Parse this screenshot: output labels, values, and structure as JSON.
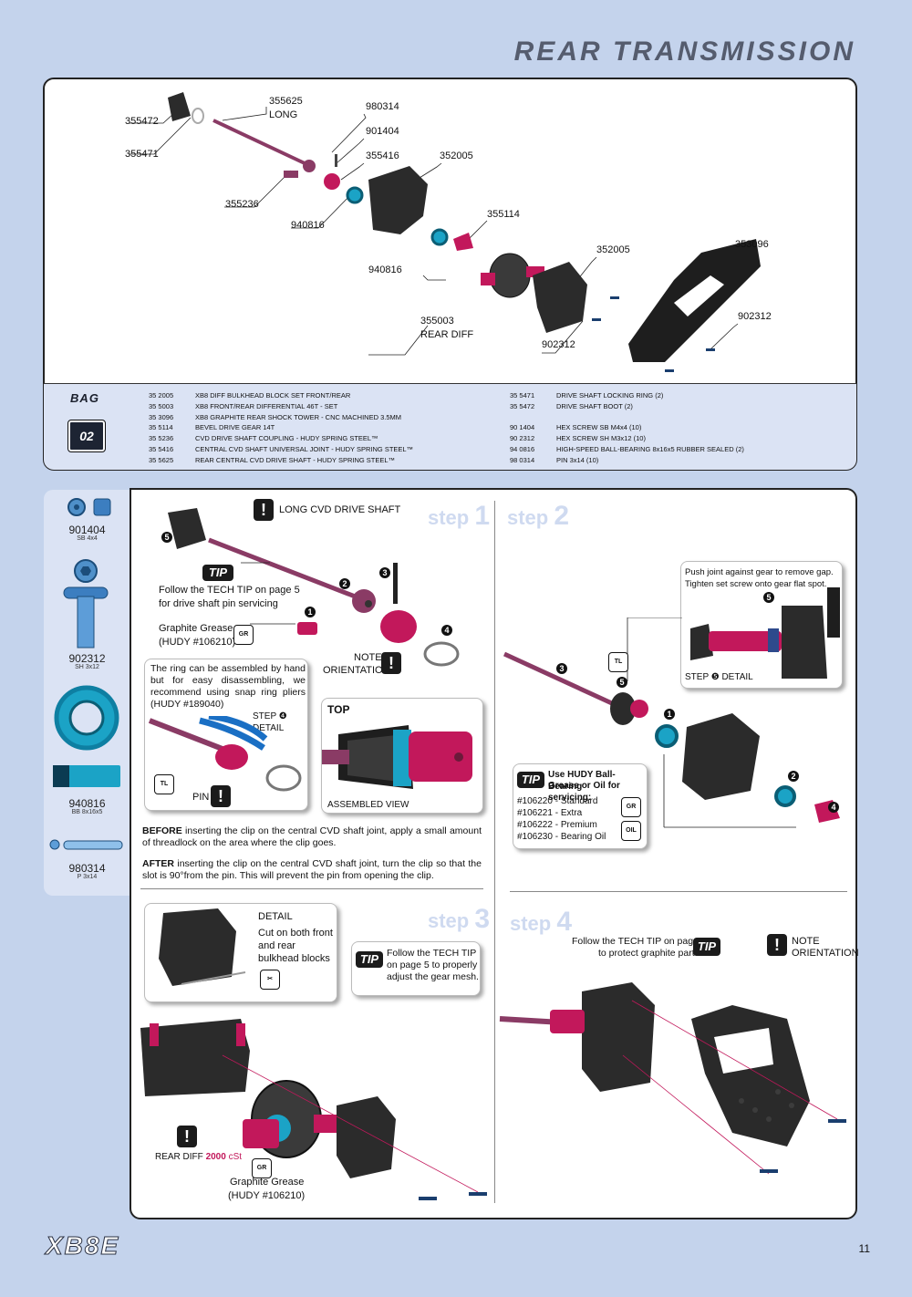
{
  "header": {
    "title": "REAR TRANSMISSION"
  },
  "exploded": {
    "labels": [
      {
        "id": "l355472",
        "text": "355472"
      },
      {
        "id": "l355471",
        "text": "355471"
      },
      {
        "id": "l355625",
        "text": "355625"
      },
      {
        "id": "l355625b",
        "text": "LONG"
      },
      {
        "id": "l980314",
        "text": "980314"
      },
      {
        "id": "l901404",
        "text": "901404"
      },
      {
        "id": "l355416",
        "text": "355416"
      },
      {
        "id": "l352005a",
        "text": "352005"
      },
      {
        "id": "l355236",
        "text": "355236"
      },
      {
        "id": "l940816a",
        "text": "940816"
      },
      {
        "id": "l355114",
        "text": "355114"
      },
      {
        "id": "l352005b",
        "text": "352005"
      },
      {
        "id": "l353096",
        "text": "353096"
      },
      {
        "id": "l940816b",
        "text": "940816"
      },
      {
        "id": "l355003",
        "text": "355003"
      },
      {
        "id": "l355003b",
        "text": "REAR DIFF"
      },
      {
        "id": "l902312a",
        "text": "902312"
      },
      {
        "id": "l902312b",
        "text": "902312"
      }
    ]
  },
  "bag": {
    "label": "BAG",
    "number": "02",
    "left_parts": [
      {
        "code": "35 2005",
        "desc": "XB8 DIFF BULKHEAD BLOCK SET FRONT/REAR"
      },
      {
        "code": "35 5003",
        "desc": "XB8 FRONT/REAR DIFFERENTIAL 46T - SET"
      },
      {
        "code": "35 3096",
        "desc": "XB8 GRAPHITE REAR SHOCK TOWER - CNC MACHINED 3.5MM"
      },
      {
        "code": "35 5114",
        "desc": "BEVEL DRIVE GEAR 14T"
      },
      {
        "code": "35 5236",
        "desc": "CVD DRIVE SHAFT COUPLING  - HUDY SPRING STEEL™"
      },
      {
        "code": "35 5416",
        "desc": "CENTRAL CVD SHAFT UNIVERSAL JOINT - HUDY SPRING STEEL™"
      },
      {
        "code": "35 5625",
        "desc": "REAR CENTRAL CVD DRIVE SHAFT  - HUDY SPRING STEEL™"
      }
    ],
    "right_parts": [
      {
        "code": "35 5471",
        "desc": "DRIVE SHAFT LOCKING RING (2)"
      },
      {
        "code": "35 5472",
        "desc": "DRIVE SHAFT BOOT (2)"
      },
      {
        "code": "",
        "desc": ""
      },
      {
        "code": "90 1404",
        "desc": "HEX SCREW SB M4x4  (10)"
      },
      {
        "code": "90 2312",
        "desc": "HEX SCREW  SH M3x12  (10)"
      },
      {
        "code": "94 0816",
        "desc": "HIGH-SPEED BALL-BEARING 8x16x5 RUBBER SEALED  (2)"
      },
      {
        "code": "98 0314",
        "desc": "PIN 3x14  (10)"
      }
    ]
  },
  "sidebar": {
    "items": [
      {
        "code": "901404",
        "sub": "SB 4x4"
      },
      {
        "code": "902312",
        "sub": "SH 3x12"
      },
      {
        "code": "940816",
        "sub": "BB 8x16x5"
      },
      {
        "code": "980314",
        "sub": "P 3x14"
      }
    ]
  },
  "step1": {
    "step_word": "step",
    "step_num": "1",
    "heading": "LONG CVD DRIVE SHAFT",
    "tip_label": "TIP",
    "tip_text1": "Follow the TECH TIP on page 5",
    "tip_text2": "for drive shaft pin servicing",
    "grease1": "Graphite Grease",
    "grease2": "(HUDY #106210)",
    "gr": "GR",
    "note1": "NOTE",
    "note2": "ORIENTATION",
    "ring_text": "The ring can be assembled by hand but for easy disassembling, we recommend using snap ring pliers (HUDY #189040)",
    "step4detail": "STEP ❹ DETAIL",
    "pin": "PIN",
    "tl": "TL",
    "top": "TOP",
    "assembled": "ASSEMBLED VIEW",
    "before_bold": "BEFORE",
    "before_text": " inserting the clip on the central CVD shaft joint, apply a small amount of threadlock on the area where the clip goes.",
    "after_bold": "AFTER",
    "after_text": " inserting the clip on the central CVD shaft joint, turn the clip so that the slot is 90°from the pin. This will prevent the pin from opening the clip."
  },
  "step2": {
    "step_word": "step",
    "step_num": "2",
    "push1": "Push joint against gear to remove gap.",
    "push2": "Tighten set screw onto gear flat spot.",
    "detail": "STEP ❺ DETAIL",
    "tip_label": "TIP",
    "tip_head1": "Use HUDY Ball-Bearing",
    "tip_head2": "Grease or Oil for servicing:",
    "oils": [
      "#106220 - Standard",
      "#106221 - Extra",
      "#106222 - Premium",
      "#106230 - Bearing Oil"
    ],
    "gr": "GR",
    "oil": "OIL",
    "tl": "TL"
  },
  "step3": {
    "step_word": "step",
    "step_num": "3",
    "detail": "DETAIL",
    "cut1": "Cut on both front",
    "cut2": "and rear",
    "cut3": "bulkhead blocks",
    "tip_label": "TIP",
    "tip1": "Follow the TECH TIP",
    "tip2": "on page 5 to properly",
    "tip3": "adjust the gear mesh.",
    "reardiff": "REAR DIFF ",
    "reardiff_oil": "2000",
    "reardiff_cst": "cSt",
    "grease1": "Graphite Grease",
    "grease2": "(HUDY #106210)",
    "gr": "GR"
  },
  "step4": {
    "step_word": "step",
    "step_num": "4",
    "tip1": "Follow the TECH TIP on page 5",
    "tip2": "to protect graphite parts",
    "tip_label": "TIP",
    "note1": "NOTE",
    "note2": "ORIENTATION"
  },
  "footer": {
    "logo": "XB8E",
    "page": "11"
  },
  "colors": {
    "accent": "#c2185b",
    "part_dark": "#2b2b2b",
    "bearing": "#1ba3c6",
    "shaft": "#8a3b65"
  }
}
